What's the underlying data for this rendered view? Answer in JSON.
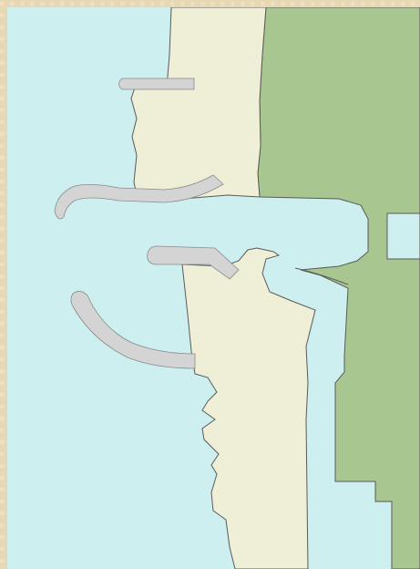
{
  "colors": {
    "water": "#cdeff0",
    "sand": "#efeed6",
    "land": "#a8c68f",
    "jetty": "#d4d4d4",
    "outline": "#5a5a5a",
    "frame": "#e7d7b2"
  },
  "icons": {
    "north_jetty": "jetty-shape",
    "middle_jetty": "jetty-shape",
    "south_jetty": "jetty-shape"
  }
}
